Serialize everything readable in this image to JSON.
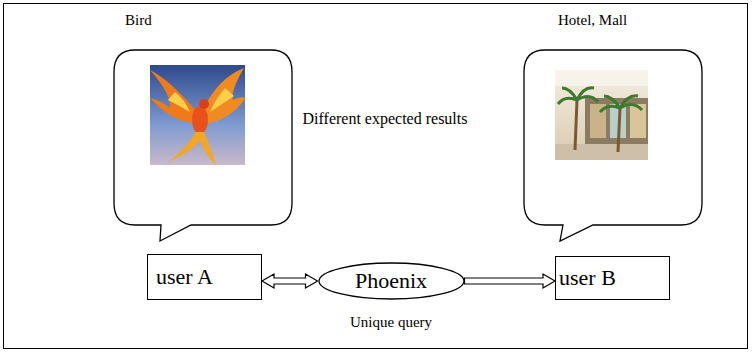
{
  "diagram": {
    "nodes": [
      {
        "text": [
          "Bird"
        ]
      },
      {
        "text": [
          "Hotel, Mall"
        ]
      },
      {
        "text": [
          "user A"
        ]
      },
      {
        "text": [
          "Phoenix"
        ]
      },
      {
        "text": [
          "user B"
        ]
      }
    ],
    "edges": [
      {
        "from": 3,
        "to": 2,
        "arrow": "both"
      },
      {
        "from": 3,
        "to": 4,
        "arrow": "to"
      }
    ],
    "labels": [
      "Different expected results",
      "Unique query"
    ]
  }
}
